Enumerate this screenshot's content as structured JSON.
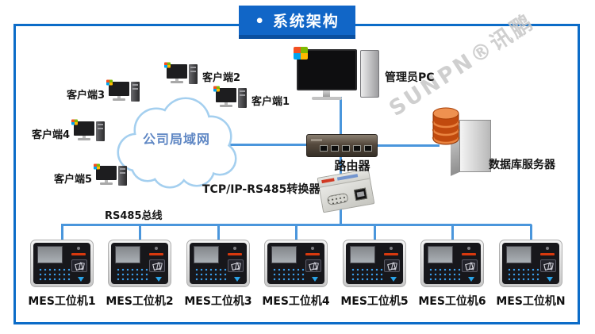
{
  "banner": {
    "title": "• 系统架构"
  },
  "watermark": {
    "text": "SUNPN®讯鹏"
  },
  "cloud": {
    "label": "公司局域网"
  },
  "clients": [
    {
      "label": "客户端1"
    },
    {
      "label": "客户端2"
    },
    {
      "label": "客户端3"
    },
    {
      "label": "客户端4"
    },
    {
      "label": "客户端5"
    }
  ],
  "admin_pc": {
    "label": "管理员PC"
  },
  "router": {
    "label": "路由器"
  },
  "converter": {
    "label": "TCP/IP-RS485转换器"
  },
  "database_server": {
    "label": "数据库服务器"
  },
  "bus": {
    "label": "RS485总线"
  },
  "workstations": [
    {
      "label": "MES工位机1"
    },
    {
      "label": "MES工位机2"
    },
    {
      "label": "MES工位机3"
    },
    {
      "label": "MES工位机4"
    },
    {
      "label": "MES工位机5"
    },
    {
      "label": "MES工位机6"
    },
    {
      "label": "MES工位机N"
    }
  ],
  "icons": {
    "cloud": "lan-cloud-shape",
    "client_pc": "desktop-pc-icon",
    "admin_pc": "desktop-pc-icon-large",
    "router": "router-device-icon",
    "converter": "rs485-converter-icon",
    "database": "database-cylinder-icon",
    "server": "server-tower-icon",
    "workstation": "mes-terminal-icon",
    "windows_flag": "windows-logo-icon"
  },
  "colors": {
    "banner_blue": "#1166c7",
    "frame_blue": "#0c6cc8",
    "line_blue": "#4a96dc",
    "cloud_stroke": "#a4cfef",
    "cloud_text": "#5f87c4",
    "database_orange": "#c14a0e",
    "alert_red": "#d8390e"
  }
}
